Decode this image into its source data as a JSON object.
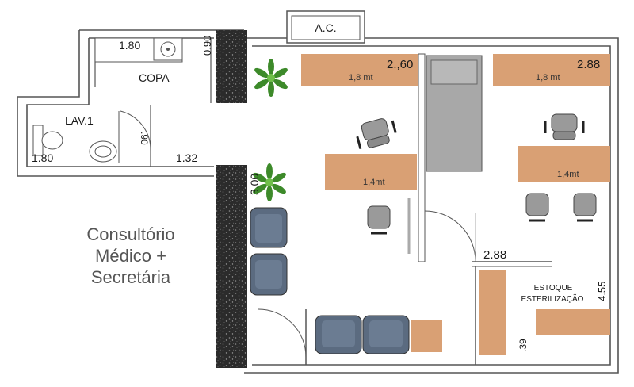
{
  "title_lines": [
    "Consultório",
    "Médico +",
    "Secretária"
  ],
  "rooms": {
    "copa": "COPA",
    "lav": "LAV.1",
    "ac": "A.C.",
    "estoque": "ESTOQUE",
    "esterilizacao": "ESTERILIZAÇÃO"
  },
  "dimensions": {
    "copa_width": "1.80",
    "copa_height": "0.90",
    "lav_width": "1.80",
    "lav_door": ".90",
    "lav_length": "1.32",
    "reception_height": "3.00",
    "room1_width": "2.,60",
    "room2_width": "2.88",
    "corridor_width": "2.88",
    "estoque_height": "4.55",
    "estoque_small": ".39"
  },
  "desks": {
    "desk_top_left": "1,8 mt",
    "desk_top_right": "1,8 mt",
    "desk_mid_left": "1,4mt",
    "desk_mid_right": "1,4mt"
  },
  "colors": {
    "wall": "#5a5a5a",
    "desk": "#d9a074",
    "armchair": "#5b6b80",
    "chair": "#9a9a9a",
    "granite": "#2a2a2a",
    "bed": "#a8a8a8",
    "plant": "#3d8a2a"
  }
}
